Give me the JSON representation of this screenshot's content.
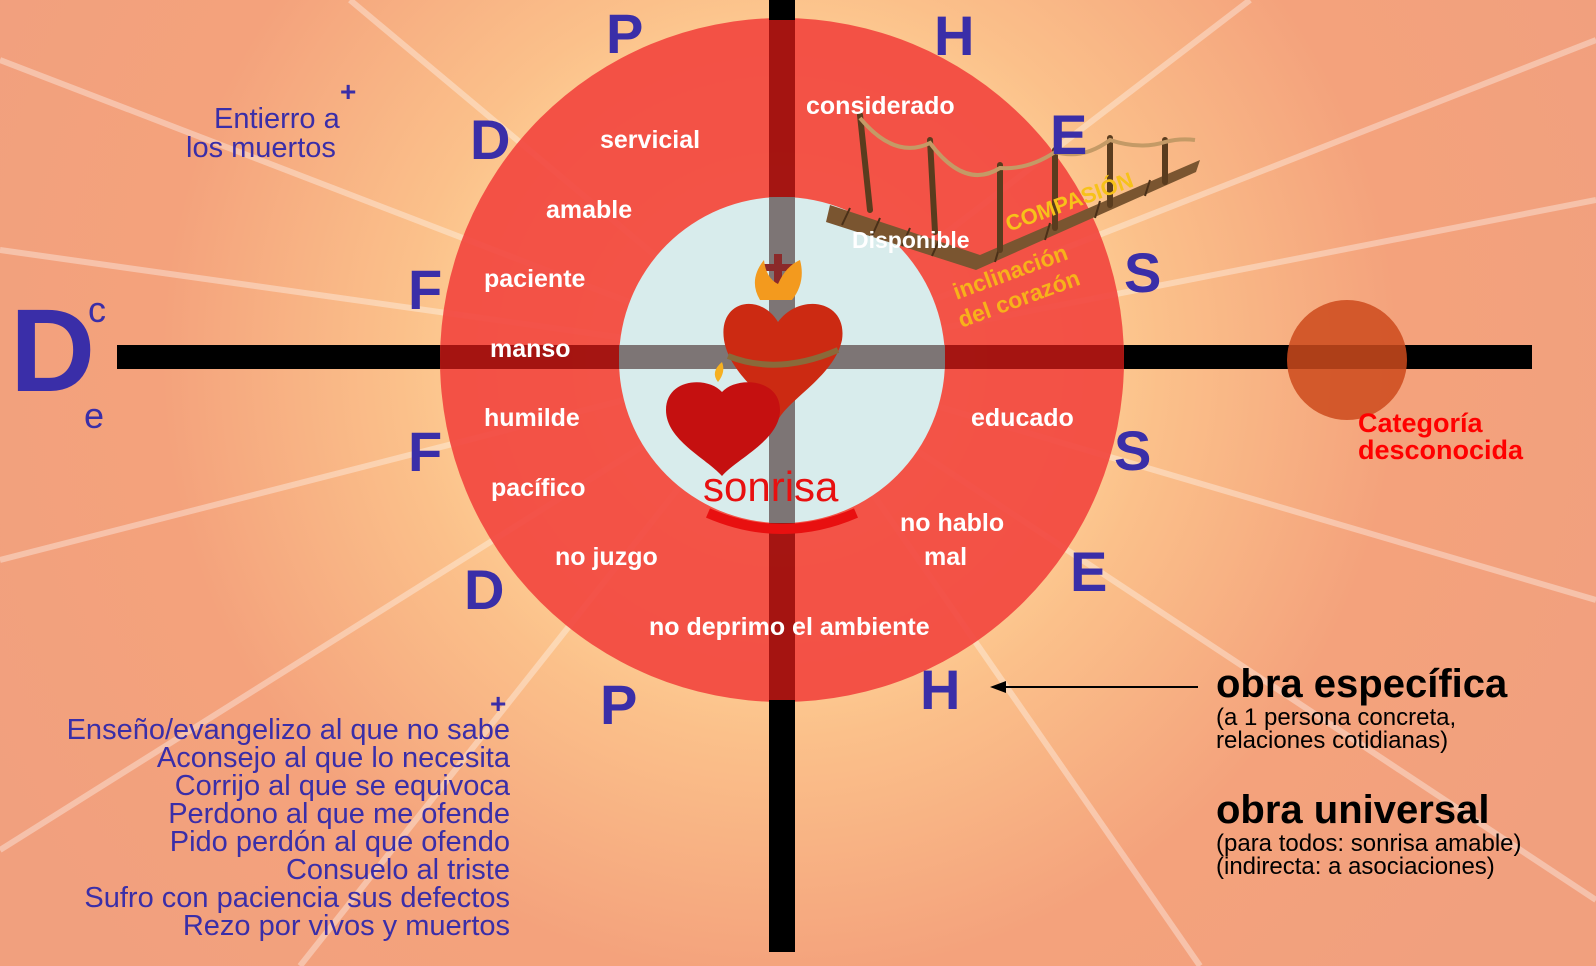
{
  "diagram": {
    "plus_top": "+",
    "entierro_line1": "Entierro a",
    "entierro_line2": "los muertos",
    "big_d": "D",
    "sup_c": "c",
    "sub_e": "e",
    "letters": {
      "p_top": "P",
      "h_top": "H",
      "d_ul": "D",
      "e_ur": "E",
      "f_ul": "F",
      "s_ur": "S",
      "f_ll": "F",
      "s_lr": "S",
      "d_ll": "D",
      "e_lr": "E",
      "p_bottom": "P",
      "h_bottom": "H"
    },
    "ring_words": {
      "considerado": "considerado",
      "servicial": "servicial",
      "amable": "amable",
      "paciente": "paciente",
      "manso": "manso",
      "humilde": "humilde",
      "pacifico": "pacífico",
      "no_juzgo": "no juzgo",
      "no_deprimo": "no deprimo el ambiente",
      "no_hablo_1": "no hablo",
      "no_hablo_2": "mal",
      "educado": "educado",
      "disponible": "Disponible"
    },
    "compasion": "COMPASIÓN",
    "inclinacion_1": "inclinación",
    "inclinacion_2": "del corazón",
    "sonrisa": "sonrisa",
    "categoria_1": "Categoría",
    "categoria_2": "desconocida",
    "plus_bottom": "+",
    "works_list": [
      "Enseño/evangelizo al que no sabe",
      "Aconsejo al que lo necesita",
      "Corrijo al que se equivoca",
      "Perdono al que me ofende",
      "Pido perdón al que ofendo",
      "Consuelo al triste",
      "Sufro con paciencia sus defectos",
      "Rezo por vivos y muertos"
    ],
    "obra_especifica": "obra específica",
    "obra_especifica_sub1": "(a 1 persona concreta,",
    "obra_especifica_sub2": "relaciones cotidianas)",
    "obra_universal": "obra universal",
    "obra_universal_sub1": "(para todos: sonrisa amable)",
    "obra_universal_sub2": "(indirecta: a asociaciones)"
  },
  "colors": {
    "ring": "#f2463f",
    "inner": "#d8ecec",
    "letters": "#3a2ea8",
    "axis": "#000000",
    "orange_text": "#f7b21a",
    "categoria_red": "#ff0000",
    "circle": "#cc4a1c"
  },
  "icons": [
    "sacred-heart-icon",
    "small-heart-icon",
    "rope-bridge-icon",
    "arrow-left-icon"
  ]
}
